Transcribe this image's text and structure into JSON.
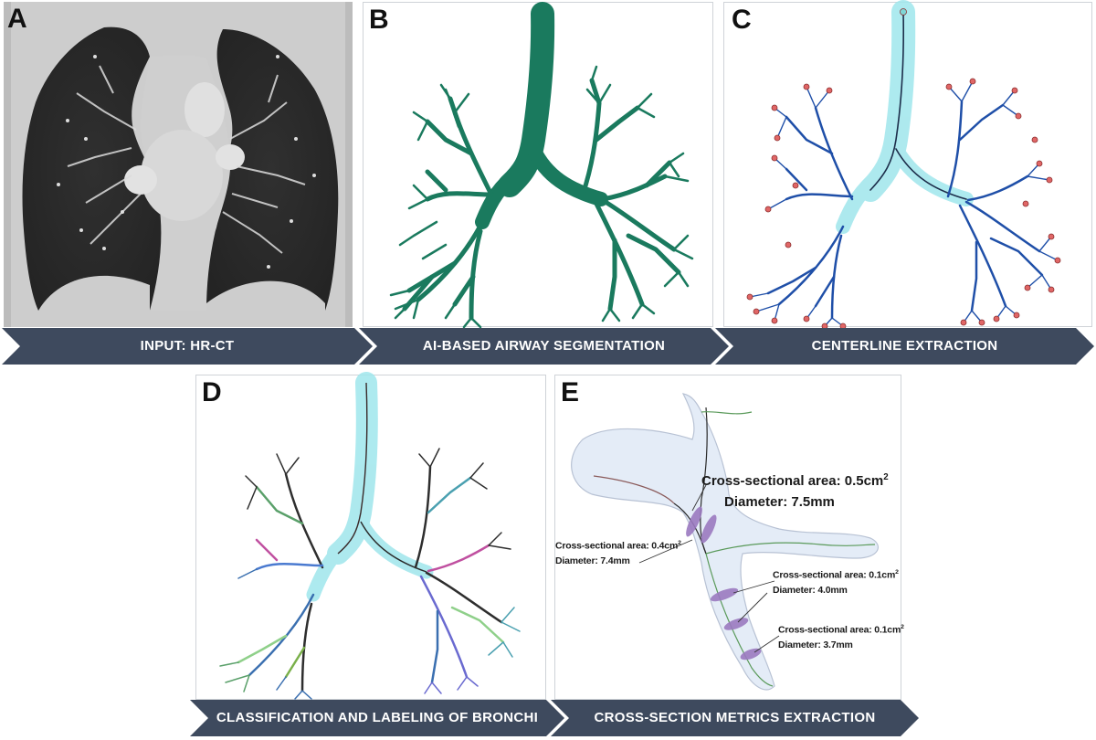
{
  "panels": {
    "a": {
      "letter": "A"
    },
    "b": {
      "letter": "B"
    },
    "c": {
      "letter": "C"
    },
    "d": {
      "letter": "D"
    },
    "e": {
      "letter": "E"
    }
  },
  "steps": [
    {
      "label": "INPUT: HR-CT"
    },
    {
      "label": "AI-BASED AIRWAY SEGMENTATION"
    },
    {
      "label": "CENTERLINE EXTRACTION"
    },
    {
      "label": "CLASSIFICATION AND LABELING OF BRONCHI"
    },
    {
      "label": "CROSS-SECTION METRICS EXTRACTION"
    }
  ],
  "measurements": [
    {
      "area_label": "Cross-sectional area: 0.5cm",
      "area_exp": "2",
      "diameter": "Diameter: 7.5mm"
    },
    {
      "area_label": "Cross-sectional area: 0.4cm",
      "area_exp": "2",
      "diameter": "Diameter: 7.4mm"
    },
    {
      "area_label": "Cross-sectional area: 0.1cm",
      "area_exp": "2",
      "diameter": "Diameter: 4.0mm"
    },
    {
      "area_label": "Cross-sectional area: 0.1cm",
      "area_exp": "2",
      "diameter": "Diameter: 3.7mm"
    }
  ],
  "colors": {
    "banner": "#3e4a5e",
    "segmentation": "#1a7a5e",
    "airway_translucent": "#9fe6ec",
    "centerline": "#1f4fa8",
    "endpoint": "#e06666",
    "ct_lung": "#2b2b2b",
    "ct_tissue": "#cfcfcf",
    "cross_section": "#9b7ac0"
  },
  "icons": {
    "banner_shape": "chevron-arrow"
  }
}
